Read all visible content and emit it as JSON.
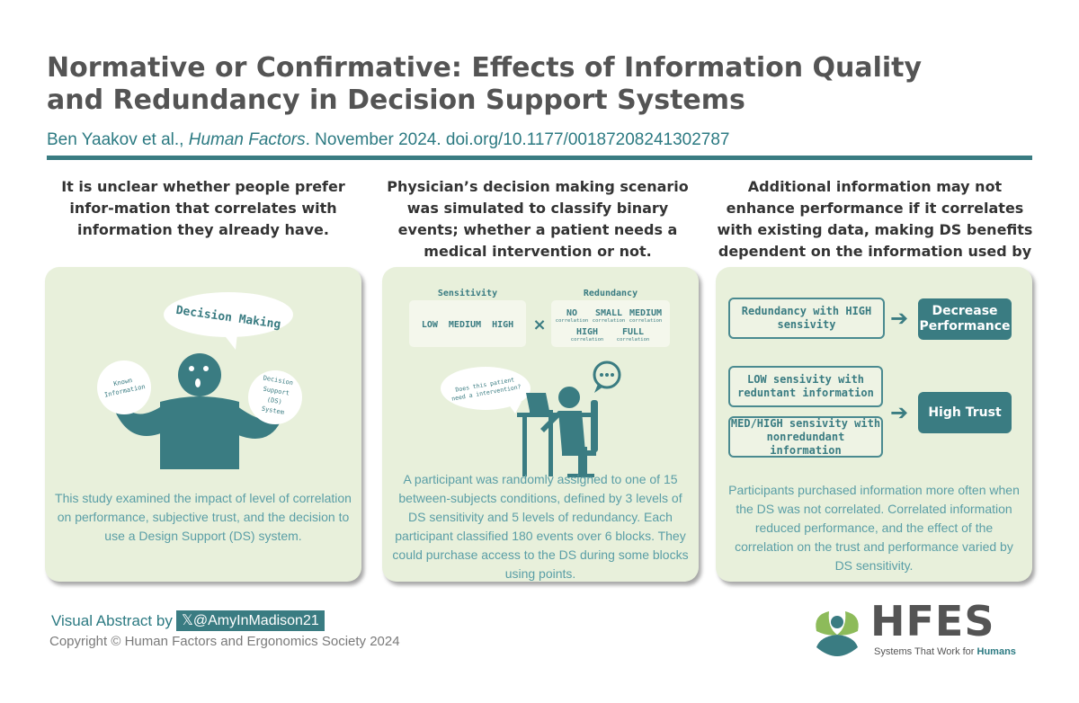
{
  "header": {
    "title_line1": "Normative or Confirmative: Effects of Information Quality",
    "title_line2": "and Redundancy in Decision Support Systems",
    "citation_authors": "Ben Yaakov et al., ",
    "citation_journal": "Human Factors",
    "citation_rest": ". November 2024. doi.org/10.1177/00187208241302787"
  },
  "columns": [
    {
      "heading": "It is unclear whether people prefer infor-mation that correlates with information they already have.",
      "description": "This study examined the impact of level of correlation on performance, subjective trust, and the decision to use a Design Support  (DS) system."
    },
    {
      "heading": "Physician’s decision making scenario was simulated to classify binary events; whether a patient needs a medical intervention or not.",
      "description": "A participant was randomly assigned to one of 15 between-subjects conditions, defined by 3 levels of DS sensitivity and 5 levels of redundancy. Each participant classified 180 events over 6 blocks. They could purchase access to the DS during some blocks using points."
    },
    {
      "heading": "Additional information may not enhance performance if it correlates with existing data, making DS benefits dependent on the information used by the system and user.",
      "description": "Participants purchased information more often when the DS was not correlated. Correlated information reduced performance, and the effect of the correlation on the trust and performance varied by DS sensitivity."
    }
  ],
  "panel1": {
    "bubble_label": "Decision Making",
    "left_ball_line1": "Known",
    "left_ball_line2": "Information",
    "right_ball_line1": "Decision",
    "right_ball_line2": "Support",
    "right_ball_line3": "(DS)",
    "right_ball_line4": "System"
  },
  "panel2": {
    "sensitivity_label": "Sensitivity",
    "sensitivity_levels": "LOW  MEDIUM  HIGH",
    "times": "×",
    "redundancy_label": "Redundancy",
    "redundancy": [
      {
        "level": "NO",
        "sub": "correlation"
      },
      {
        "level": "SMALL",
        "sub": "correlation"
      },
      {
        "level": "MEDIUM",
        "sub": "correlation"
      },
      {
        "level": "HIGH",
        "sub": "correlation"
      },
      {
        "level": "FULL",
        "sub": "correlation"
      }
    ],
    "patient_bubble_line1": "Does this patient",
    "patient_bubble_line2": "need a intervention?"
  },
  "panel3": {
    "box1": "Redundancy with HIGH sensivity",
    "result1": "Decrease Performance",
    "box2": "LOW sensivity with reduntant information",
    "box3": "MED/HIGH sensivity with nonredundant information",
    "result2": "High Trust",
    "arrow": "➔"
  },
  "footer": {
    "visual_abstract_label": "Visual Abstract by",
    "handle": "𝕏@AmyInMadison21",
    "copyright": "Copyright © Human Factors and Ergonomics Society 2024",
    "logo": "HFES",
    "tagline_prefix": "Systems That Work for ",
    "tagline_bold": "Humans"
  },
  "colors": {
    "teal": "#3a7c82",
    "panel_bg": "#e8f0db",
    "body_text": "#5a9ea6",
    "title": "#545454",
    "logo_green": "#8dbb5a"
  }
}
